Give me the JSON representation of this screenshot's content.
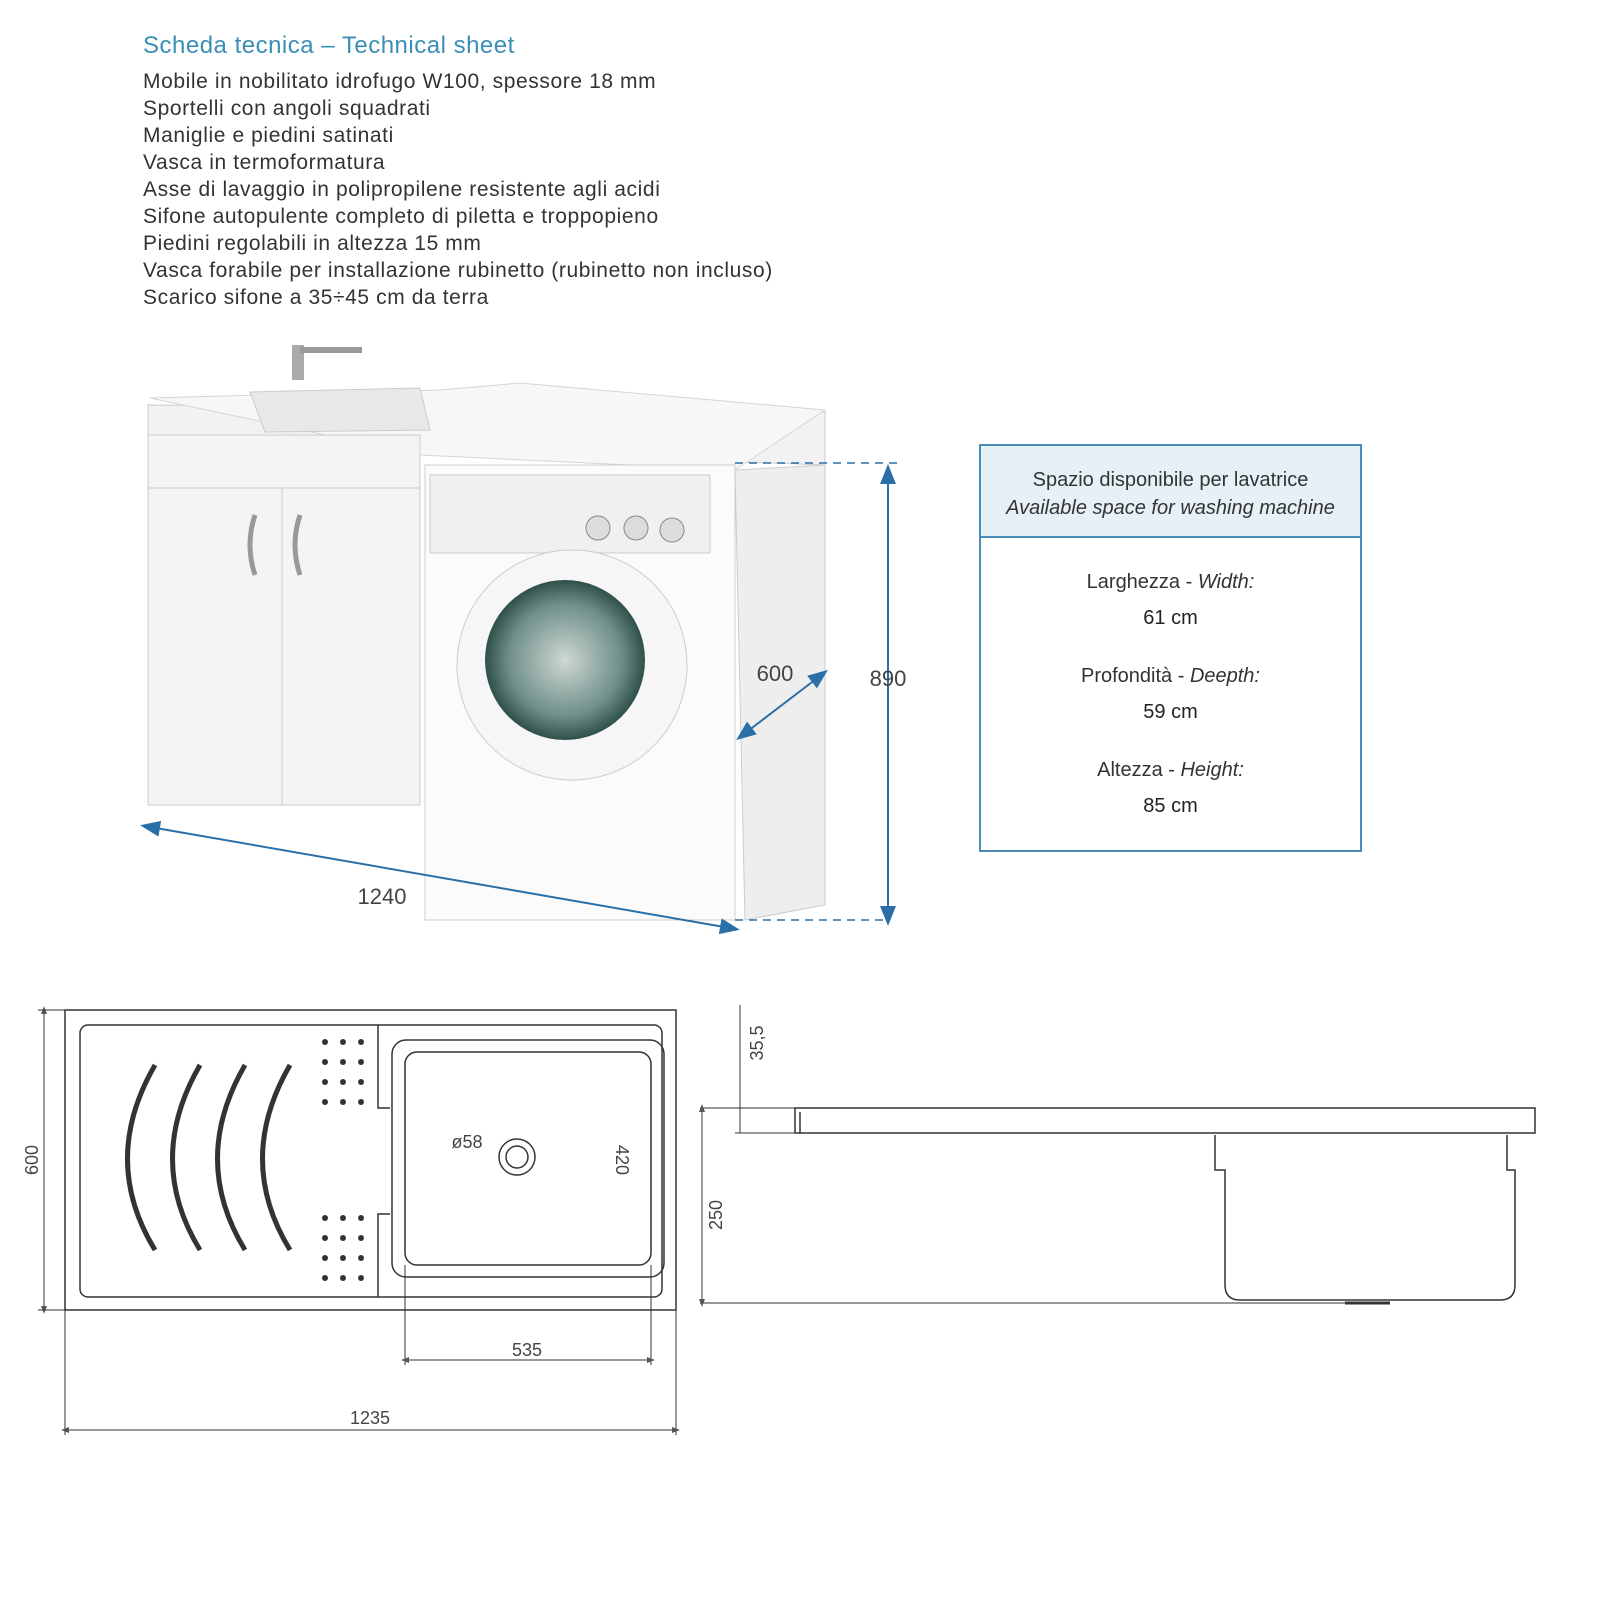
{
  "header": {
    "title": "Scheda tecnica – Technical sheet"
  },
  "specs": [
    "Mobile in nobilitato idrofugo W100, spessore 18 mm",
    "Sportelli con angoli squadrati",
    "Maniglie e piedini satinati",
    "Vasca in termoformatura",
    "Asse di lavaggio in polipropilene resistente agli acidi",
    "Sifone autopulente completo di piletta e troppopieno",
    "Piedini regolabili in altezza 15 mm",
    "Vasca forabile per installazione rubinetto (rubinetto non incluso)",
    "Scarico sifone a 35÷45 cm da terra"
  ],
  "space_box": {
    "title_it": "Spazio disponibile per lavatrice",
    "title_en": "Available space for washing machine",
    "entries": [
      {
        "label_it": "Larghezza - ",
        "label_en": "Width:",
        "value": "61 cm"
      },
      {
        "label_it": "Profondità - ",
        "label_en": "Deepth:",
        "value": "59 cm"
      },
      {
        "label_it": "Altezza - ",
        "label_en": "Height:",
        "value": "85 cm"
      }
    ]
  },
  "product_dimensions": {
    "width": "1240",
    "depth": "600",
    "height": "890"
  },
  "plan_dimensions": {
    "depth": "600",
    "basin_depth": "420",
    "drain": "ø58",
    "basin_width": "535",
    "total_width": "1235"
  },
  "side_dimensions": {
    "top": "35,5",
    "height": "250"
  },
  "colors": {
    "accent": "#3a8fb7",
    "dimension_line": "#2a6fa8",
    "box_border": "#4a8cb8",
    "box_header": "#e6f0f7"
  }
}
